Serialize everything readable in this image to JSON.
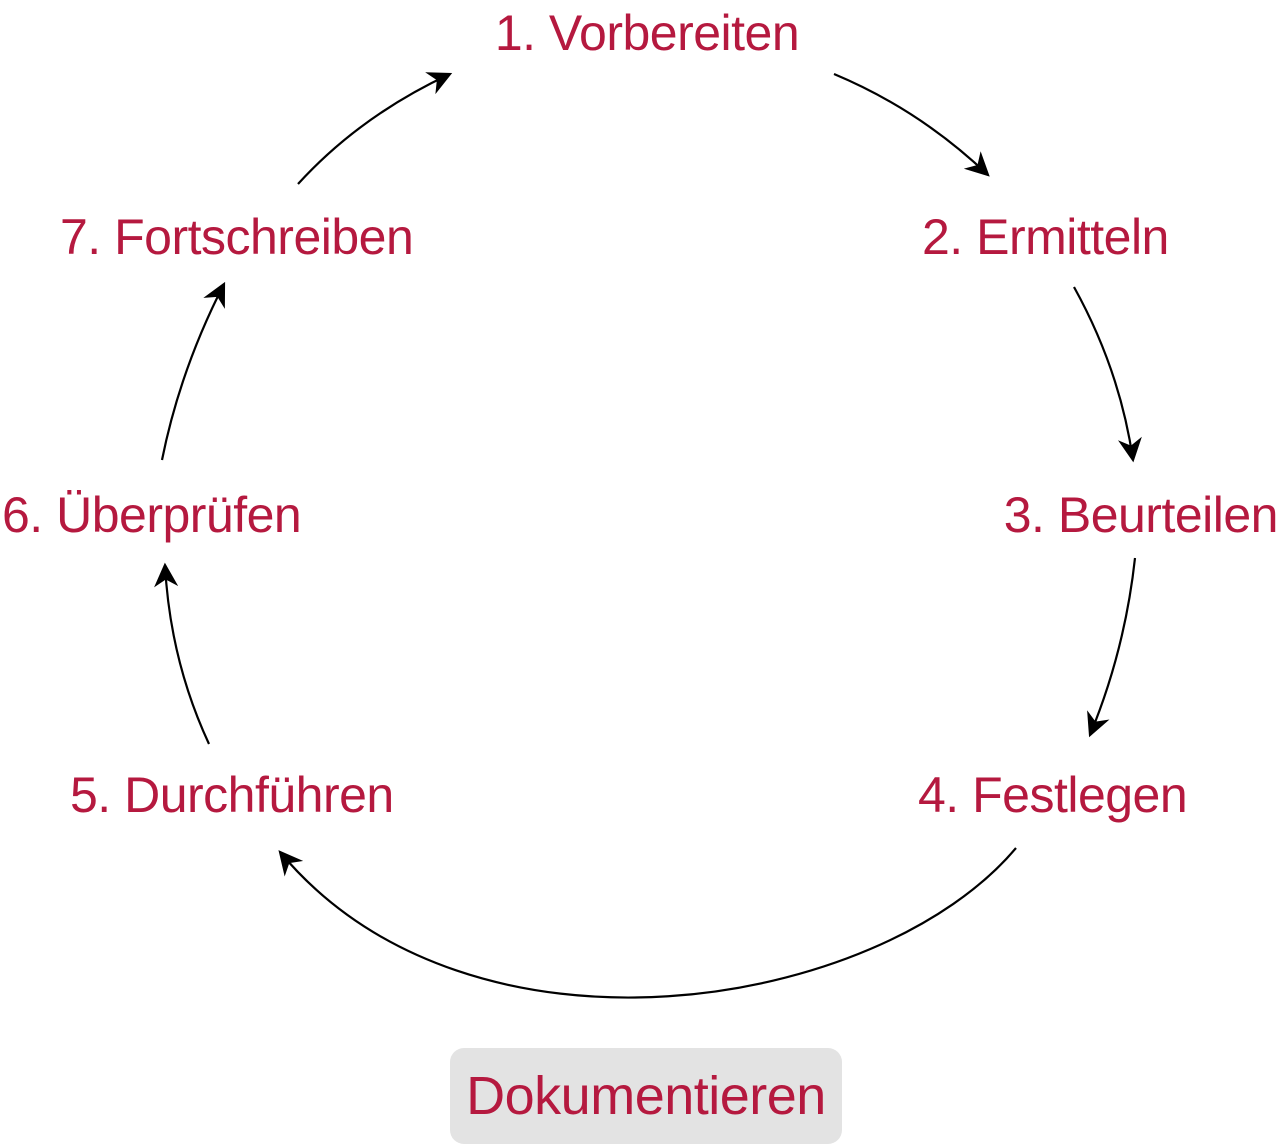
{
  "colors": {
    "label": "#b5193f",
    "arrow": "#000000",
    "doc_box": "#e3e3e3"
  },
  "steps": [
    {
      "label": "1. Vorbereiten"
    },
    {
      "label": "2. Ermitteln"
    },
    {
      "label": "3. Beurteilen"
    },
    {
      "label": "4. Festlegen"
    },
    {
      "label": "5. Durchführen"
    },
    {
      "label": "6. Überprüfen"
    },
    {
      "label": "7. Fortschreiben"
    }
  ],
  "documentation": {
    "label": "Dokumentieren"
  }
}
